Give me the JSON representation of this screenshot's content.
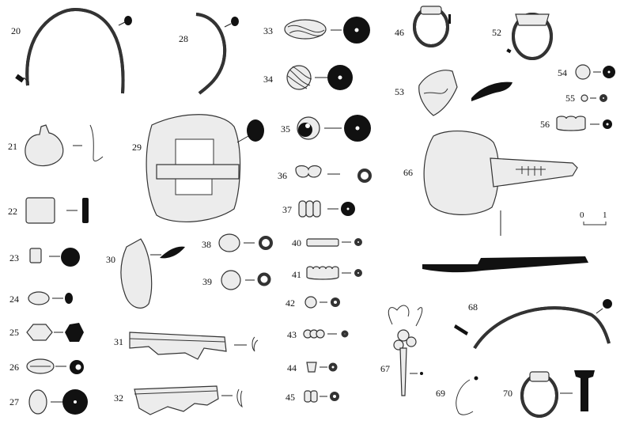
{
  "plate_numbers": [
    "20",
    "21",
    "22",
    "23",
    "24",
    "25",
    "26",
    "27",
    "28",
    "29",
    "30",
    "31",
    "32",
    "33",
    "34",
    "35",
    "36",
    "37",
    "38",
    "39",
    "40",
    "41",
    "42",
    "43",
    "44",
    "45",
    "46",
    "52",
    "53",
    "54",
    "55",
    "56",
    "66",
    "67",
    "68",
    "69",
    "70"
  ],
  "scale": {
    "start": "0",
    "end": "1"
  }
}
